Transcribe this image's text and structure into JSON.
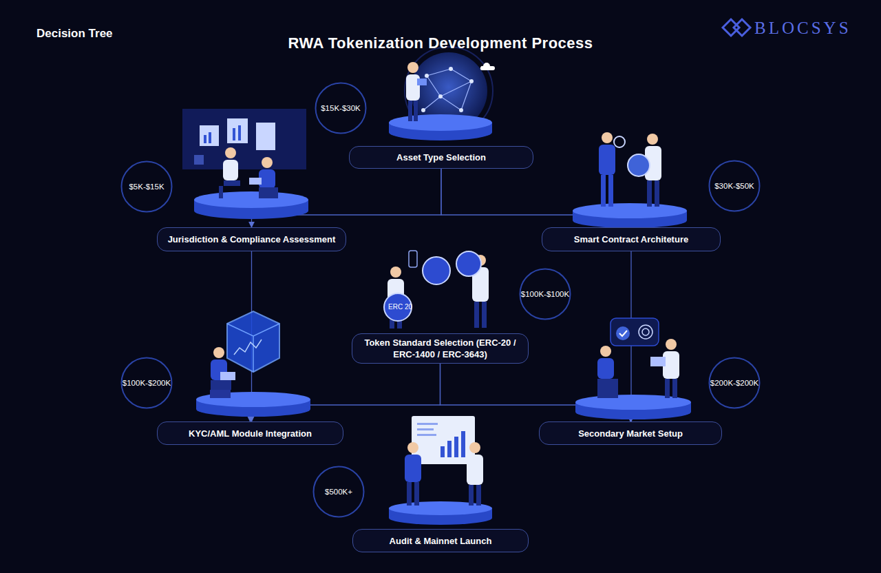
{
  "diagram": {
    "title": "RWA Tokenization Development Process",
    "nodes": [
      {
        "text": [
          "$15K-$30K"
        ]
      },
      {
        "text": [
          "Asset Type Selection"
        ]
      },
      {
        "text": [
          "$5K-$15K"
        ]
      },
      {
        "text": [
          "$30K-$50K"
        ]
      },
      {
        "text": [
          "Jurisdiction & Compliance Assessment"
        ]
      },
      {
        "text": [
          "Smart Contract Architeture"
        ]
      },
      {
        "text": [
          "$100K-$100K"
        ]
      },
      {
        "text": [
          "Token Standard Selection (ERC-20 / ERC-1400 / ERC-3643)"
        ]
      },
      {
        "text": [
          "$100K-$200K"
        ]
      },
      {
        "text": [
          "$200K-$200K"
        ]
      },
      {
        "text": [
          "KYC/AML Module Integration"
        ]
      },
      {
        "text": [
          "Secondary Market Setup"
        ]
      },
      {
        "text": [
          "$500K+"
        ]
      },
      {
        "text": [
          "Audit & Mainnet Launch"
        ]
      }
    ],
    "edges": [
      {
        "from": 1,
        "to": 4,
        "arrow": "to"
      },
      {
        "from": 1,
        "to": 5,
        "arrow": "to"
      },
      {
        "from": 4,
        "to": 10,
        "arrow": "to"
      },
      {
        "from": 5,
        "to": 11,
        "arrow": "to"
      },
      {
        "from": 7,
        "to": 10,
        "arrow": "to"
      },
      {
        "from": 7,
        "to": 11,
        "arrow": "to"
      }
    ],
    "labels": [
      "Decision Tree",
      "BLOCSYS",
      "ERC 20"
    ]
  }
}
